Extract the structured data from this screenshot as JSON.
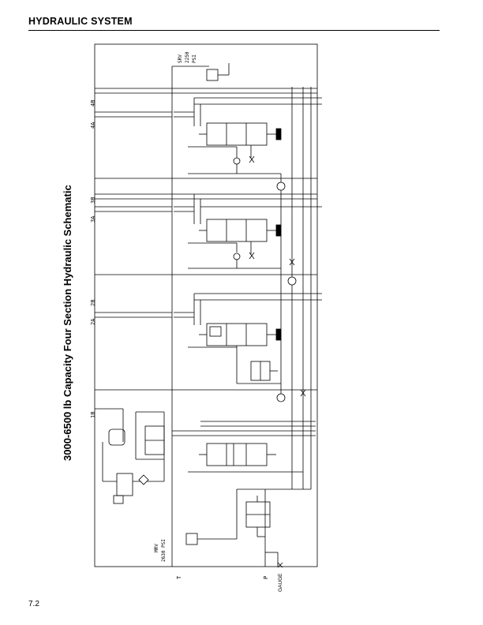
{
  "header": {
    "title": "HYDRAULIC SYSTEM"
  },
  "side_title": "3000-6500 lb Capacity Four Section Hydraulic Schematic",
  "page_number": "7.2",
  "schematic": {
    "port_labels": {
      "p4b": "4B",
      "p4a": "4A",
      "p3b": "3B",
      "p3a": "3A",
      "p2b": "2B",
      "p2a": "2A",
      "p1b": "1B"
    },
    "srv": {
      "line1": "SRV",
      "line2": "2250",
      "line3": "PSI"
    },
    "mrv": {
      "line1": "MRV",
      "line2": "2630 PSI"
    },
    "tank_label": "T",
    "pressure_label": "P",
    "gauge_label": "GAUGE"
  }
}
